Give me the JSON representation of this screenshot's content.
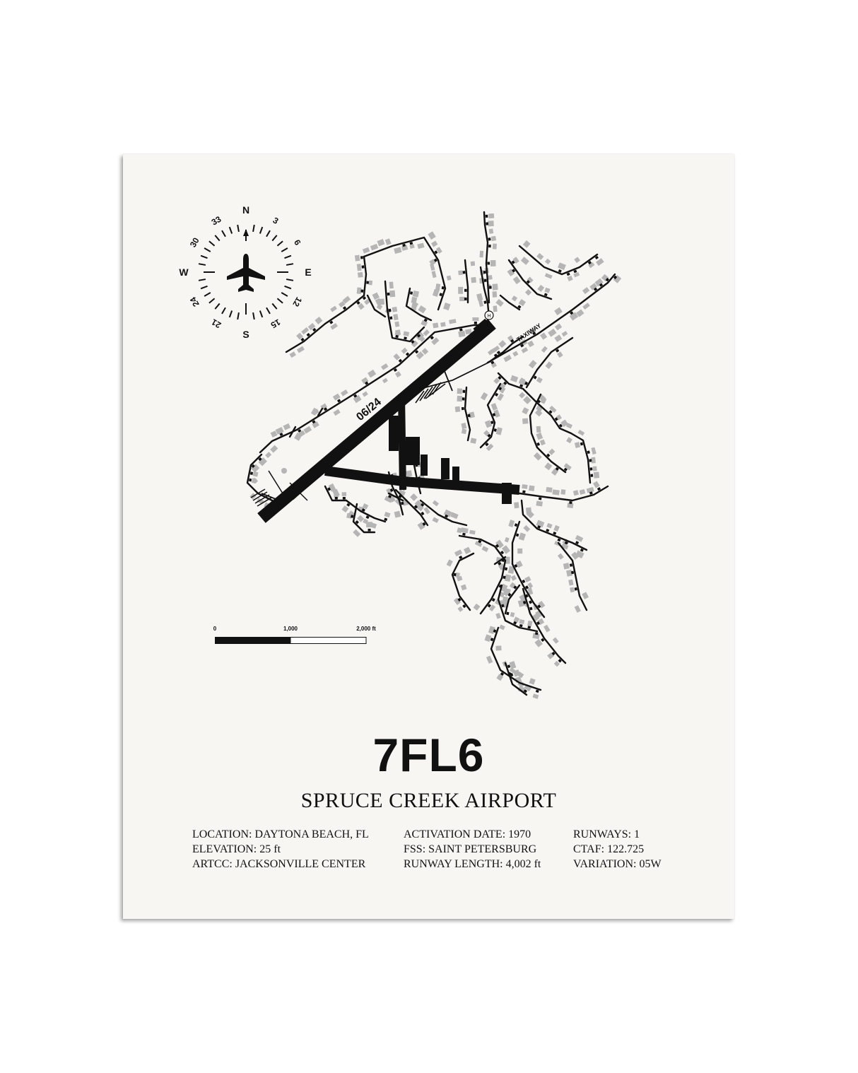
{
  "poster": {
    "code": "7FL6",
    "name": "SPRUCE CREEK AIRPORT",
    "runway_label": "06/24",
    "taxiway_label": "TAXIWAY",
    "heliport_label": "H",
    "colors": {
      "background": "#f8f6f3",
      "ink": "#111111",
      "building": "#b5b5b5"
    }
  },
  "compass": {
    "cardinals": [
      "N",
      "E",
      "S",
      "W"
    ],
    "degree_labels": [
      "3",
      "6",
      "12",
      "15",
      "21",
      "24",
      "30",
      "33"
    ],
    "center_icon": "airplane-icon"
  },
  "scale_bar": {
    "labels": [
      "0",
      "1,000",
      "2,000 ft"
    ]
  },
  "info": {
    "col1": [
      "LOCATION: DAYTONA BEACH, FL",
      "ELEVATION: 25 ft",
      "ARTCC: JACKSONVILLE CENTER"
    ],
    "col2": [
      "ACTIVATION DATE: 1970",
      "FSS: SAINT PETERSBURG",
      "RUNWAY LENGTH: 4,002 ft"
    ],
    "col3": [
      "RUNWAYS: 1",
      "CTAF: 122.725",
      "VARIATION: 05W"
    ]
  }
}
